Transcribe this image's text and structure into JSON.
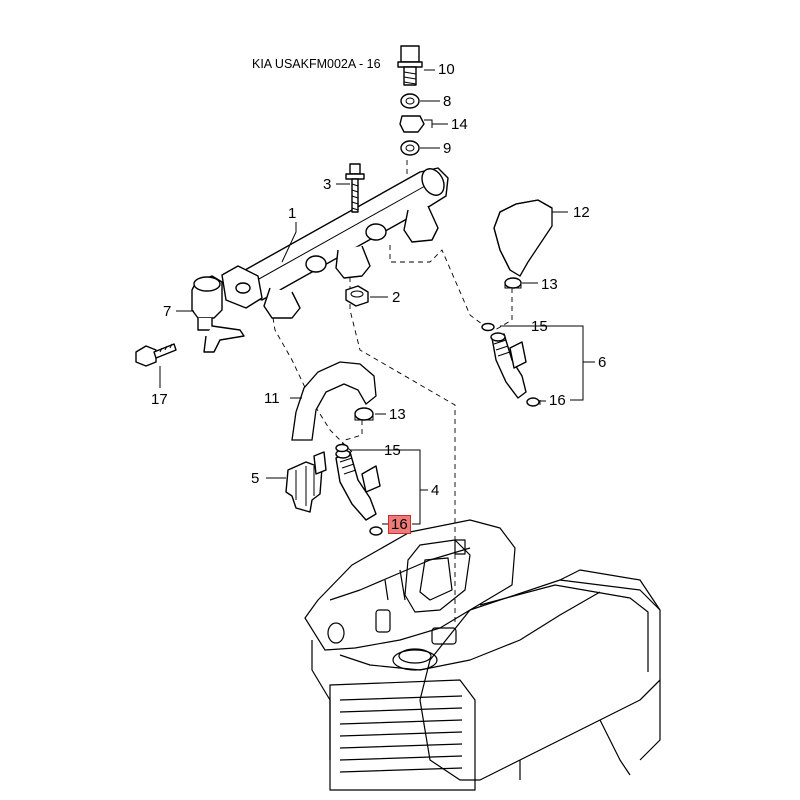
{
  "title": "KIA USAKFM002A - 16",
  "callouts": {
    "c1": "1",
    "c2": "2",
    "c3": "3",
    "c4": "4",
    "c5": "5",
    "c6": "6",
    "c7": "7",
    "c8": "8",
    "c9": "9",
    "c10": "10",
    "c11": "11",
    "c12": "12",
    "c13a": "13",
    "c13b": "13",
    "c14": "14",
    "c15a": "15",
    "c15b": "15",
    "c16a": "16",
    "c16b": "16",
    "c17": "17"
  },
  "highlight_color": "#f07a7a"
}
